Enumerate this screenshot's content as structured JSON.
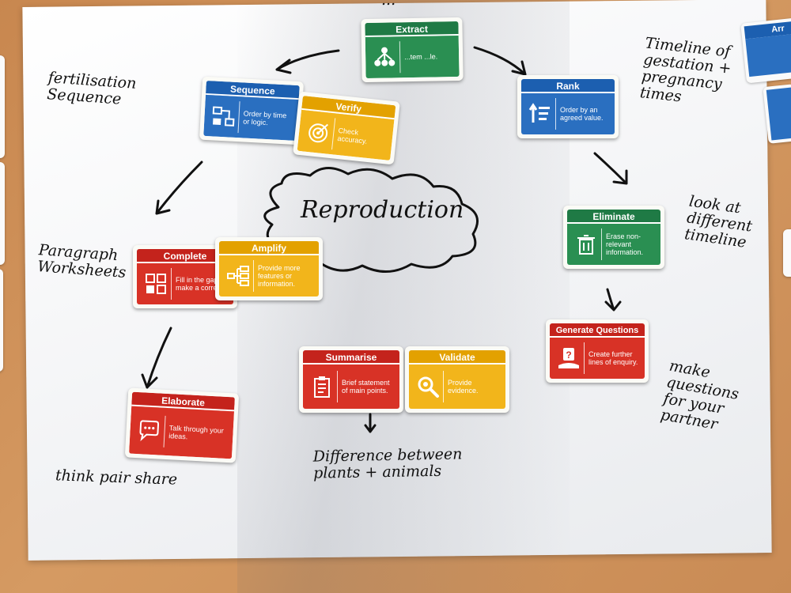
{
  "cards": {
    "extract": {
      "title": "Extract",
      "desc": "...tem ...le.",
      "icon": "hierarchy-icon"
    },
    "rank": {
      "title": "Rank",
      "desc": "Order by an agreed value.",
      "icon": "sort-icon"
    },
    "sequence": {
      "title": "Sequence",
      "desc": "Order by time or logic.",
      "icon": "flow-icon"
    },
    "verify": {
      "title": "Verify",
      "desc": "Check accuracy.",
      "icon": "target-icon"
    },
    "eliminate": {
      "title": "Eliminate",
      "desc": "Erase non-relevant information.",
      "icon": "trash-icon"
    },
    "complete": {
      "title": "Complete",
      "desc": "Fill in the gaps or make a correct...",
      "icon": "grid-icon"
    },
    "amplify": {
      "title": "Amplify",
      "desc": "Provide more features or information.",
      "icon": "tree-icon"
    },
    "generate_questions": {
      "title": "Generate Questions",
      "desc": "Create further lines of enquiry.",
      "icon": "question-icon"
    },
    "summarise": {
      "title": "Summarise",
      "desc": "Brief statement of main points.",
      "icon": "clipboard-icon"
    },
    "validate": {
      "title": "Validate",
      "desc": "Provide evidence.",
      "icon": "magnifier-icon"
    },
    "elaborate": {
      "title": "Elaborate",
      "desc": "Talk through your ideas.",
      "icon": "speech-icon"
    }
  },
  "notes": {
    "top": "...",
    "center": "Reproduction",
    "fertilisation": "fertilisation\nSequence",
    "timeline": "Timeline of\ngestation +\npregnancy\ntimes",
    "paragraph": "Paragraph\nWorksheets",
    "look_at": "look at\ndifferent\ntimeline",
    "make_questions": "make\nquestions\nfor your\npartner",
    "think_pair": "think pair share",
    "difference": "Difference between\nplants + animals"
  },
  "edge_cards": {
    "top_right_label": "Arr"
  },
  "colors": {
    "green": "#2a8f52",
    "blue": "#2a6fc0",
    "yellow": "#f2b51b",
    "red": "#d83226"
  }
}
